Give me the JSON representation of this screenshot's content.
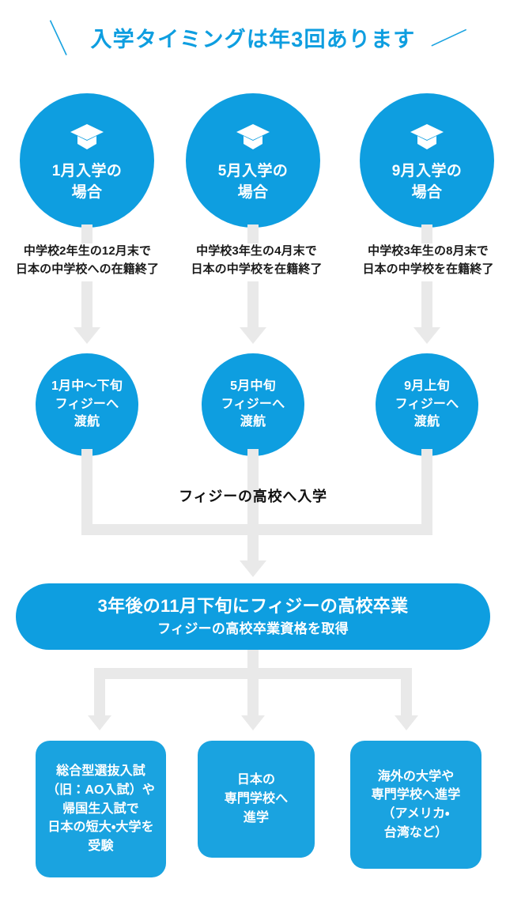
{
  "header": {
    "slash_left": "＼",
    "slash_right": "／",
    "title": "入学タイミングは年3回あります"
  },
  "colors": {
    "brand_blue": "#0e9ee0",
    "box_blue": "#1aa3e0",
    "arrow_gray": "#e9e9e9",
    "text_dark": "#1a1a1a",
    "white": "#ffffff"
  },
  "intake_tracks": [
    {
      "icon": "graduation-cap-icon",
      "circle_label": "1月入学の\n場合",
      "note": "中学校2年生の12月末で\n日本の中学校への在籍終了",
      "departure_label": "1月中〜下旬\nフィジーへ\n渡航"
    },
    {
      "icon": "graduation-cap-icon",
      "circle_label": "5月入学の\n場合",
      "note": "中学校3年生の4月末で\n日本の中学校を在籍終了",
      "departure_label": "5月中旬\nフィジーへ\n渡航"
    },
    {
      "icon": "graduation-cap-icon",
      "circle_label": "9月入学の\n場合",
      "note": "中学校3年生の8月末で\n日本の中学校を在籍終了",
      "departure_label": "9月上旬\nフィジーへ\n渡航"
    }
  ],
  "mid_caption": "フィジーの高校へ入学",
  "banner": {
    "line1": "3年後の11月下旬にフィジーの高校卒業",
    "line2": "フィジーの高校卒業資格を取得"
  },
  "outcomes": [
    {
      "label": "総合型選抜入試\n（旧：AO入試）や\n帰国生入試で\n日本の短大・大学を\n受験"
    },
    {
      "label": "日本の\n専門学校へ\n進学"
    },
    {
      "label": "海外の大学や\n専門学校へ進学\n（アメリカ・\n台湾など）"
    }
  ]
}
